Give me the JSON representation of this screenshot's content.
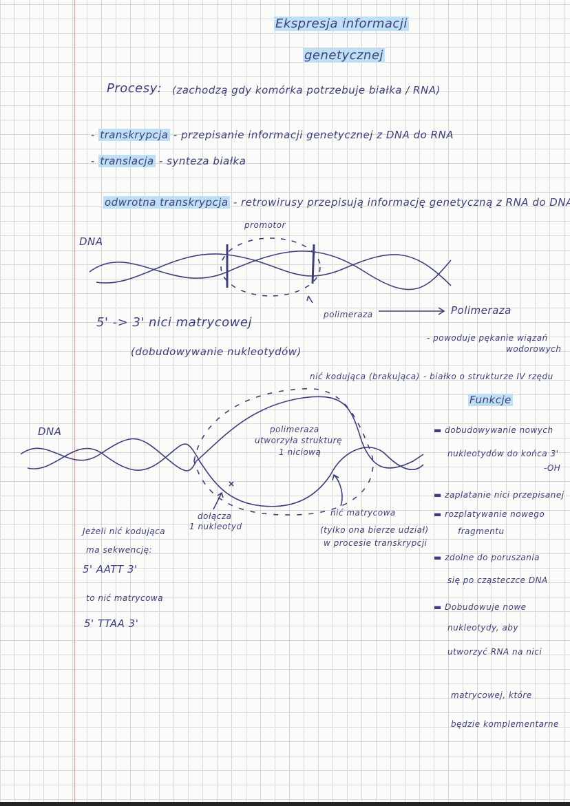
{
  "title": {
    "line1": "Ekspresja informacji",
    "line2": "genetycznej"
  },
  "procesy": {
    "label": "Procesy:",
    "note": "(zachodzą gdy komórka potrzebuje białka / RNA)"
  },
  "processes": [
    {
      "term": "transkrypcja",
      "def": "- przepisanie informacji genetycznej z DNA do RNA"
    },
    {
      "term": "translacja",
      "def": "- synteza białka"
    }
  ],
  "reverse": {
    "term": "odwrotna transkrypcja",
    "def": "- retrowirusy przepisują informację genetyczną z RNA do DNA"
  },
  "diagram1": {
    "dna": "DNA",
    "promotor": "promotor",
    "polimeraza": "polimeraza",
    "polimeraza_right": "Polimeraza"
  },
  "direction": {
    "line1": "5' -> 3' nici matrycowej",
    "line2": "(dobudowywanie nukleotydów)"
  },
  "polimeraza_notes": {
    "pekanie1": "- powoduje pękanie wiązań",
    "pekanie2": "wodorowych",
    "coding": "nić kodująca (brakująca)",
    "bialko": "- białko o strukturze IV rzędu"
  },
  "funkcje": {
    "title": "Funkcje",
    "items": [
      [
        "dobudowywanie nowych",
        "nukleotydów do końca 3'",
        "-OH"
      ],
      [
        "zaplatanie nici przepisanej"
      ],
      [
        "rozplatywanie nowego",
        "fragmentu"
      ],
      [
        "zdolne do poruszania",
        "się po cząsteczce DNA"
      ],
      [
        "Dobudowuje nowe",
        "nukleotydy, aby",
        "utworzyć RNA na nici",
        "matrycowej, które",
        "będzie komplementarne"
      ]
    ]
  },
  "diagram2": {
    "dna": "DNA",
    "polimeraza": [
      "polimeraza",
      "utworzyła strukturę",
      "1 niciową"
    ],
    "dolacza": [
      "dołącza",
      "1 nukleotyd"
    ],
    "matrycowa": "nić matrycowa",
    "tylko": [
      "(tylko ona bierze udział)",
      "w procesie transkrypcji"
    ]
  },
  "example": {
    "line1": "Jeżeli nić kodująca",
    "line2": "ma sekwencję:",
    "seq1": "5' AATT 3'",
    "line3": "to nić matrycowa",
    "seq2": "5' TTAA 3'"
  },
  "colors": {
    "ink": "#3d3f7c",
    "highlight": "#bfe0f4",
    "grid": "#d5d9dc",
    "margin": "#e7a0a0"
  }
}
